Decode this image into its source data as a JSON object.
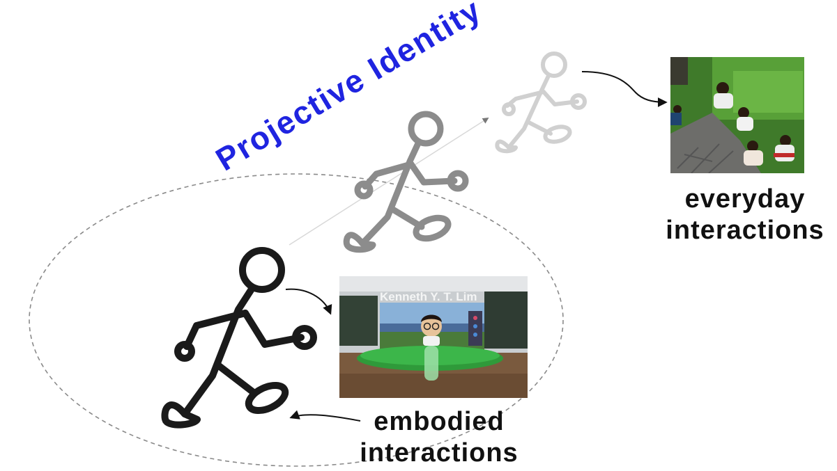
{
  "title": "Projective Identity",
  "captions": {
    "everyday": [
      "everyday",
      "interactions"
    ],
    "embodied": [
      "embodied",
      "interactions"
    ]
  },
  "photos": {
    "everyday": "everyday-interactions-photo",
    "vr": "vr-avatar-screenshot",
    "vr_overlay_name": "Kenneth Y. T. Lim"
  },
  "colors": {
    "title": "#1f24e0",
    "figure_solid": "#1a1a1a",
    "figure_mid": "#8c8c8c",
    "figure_faint": "#d0d0d0",
    "dashed_ellipse": "#8a8a8a"
  },
  "icons": [
    "stick-figure-icon",
    "curved-arrow-icon"
  ]
}
